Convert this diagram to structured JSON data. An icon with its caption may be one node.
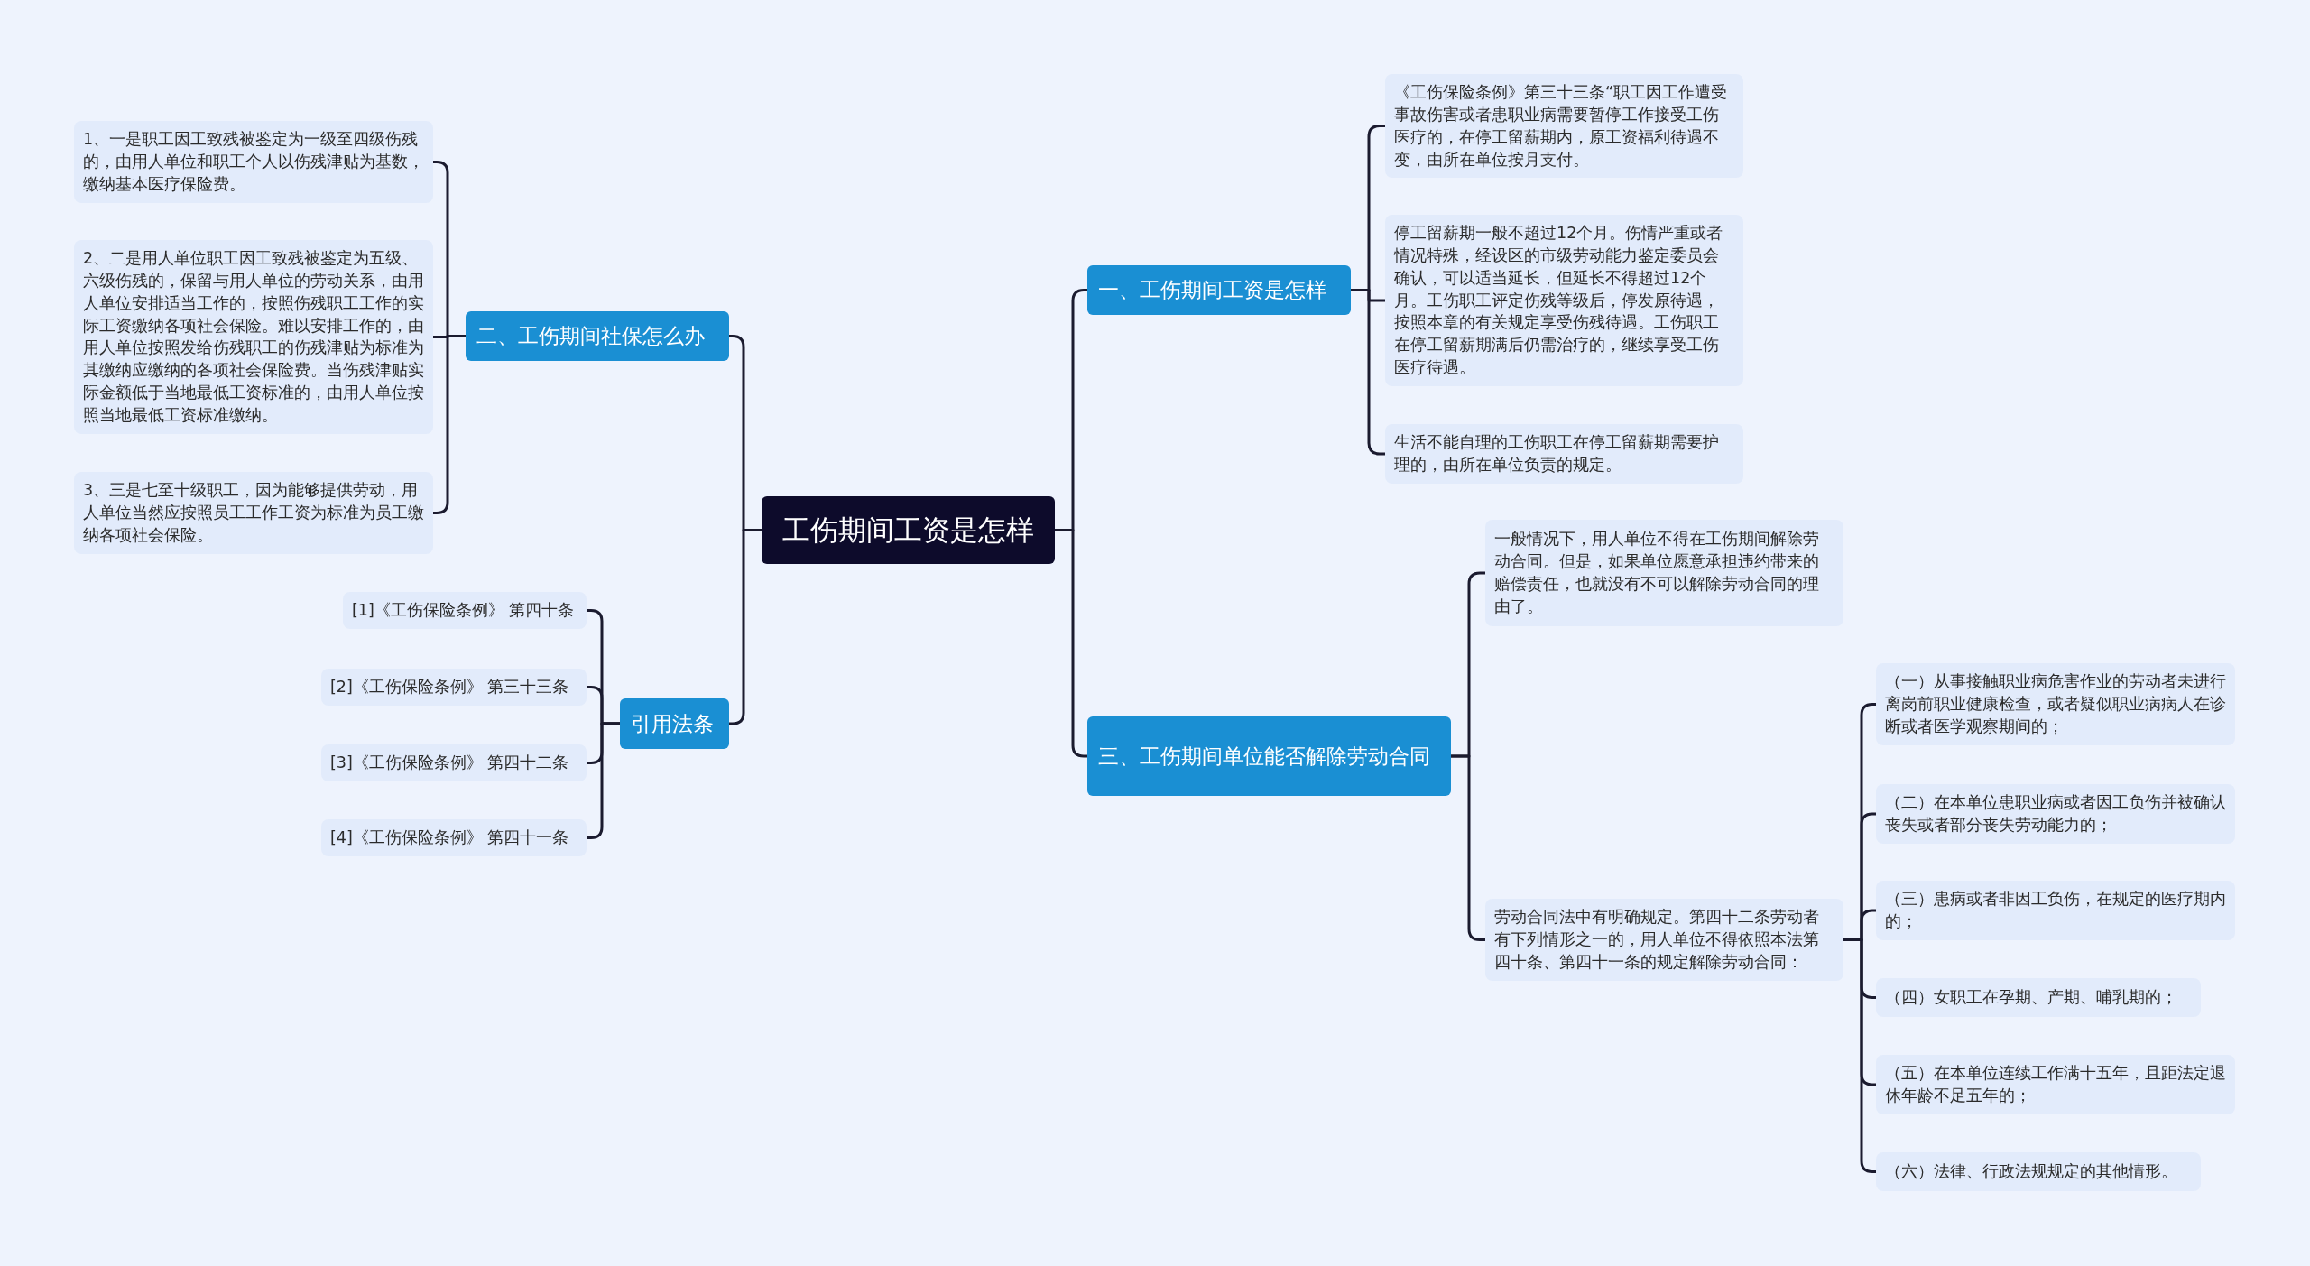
{
  "diagram": {
    "nodes": [
      {
        "text": [
          "工伤期间工资是怎样"
        ]
      },
      {
        "text": [
          "一、工伤期间工资是怎样"
        ]
      },
      {
        "text": [
          "《工伤保险条例》第三十三条“职工因工作遭受事故伤害或者患职业病需要暂停工作接受工伤医疗的，在停工留薪期内，原工资福利待遇不变，由所在单位按月支付。"
        ]
      },
      {
        "text": [
          "停工留薪期一般不超过12个月。伤情严重或者情况特殊，经设区的市级劳动能力鉴定委员会确认，可以适当延长，但延长不得超过12个月。工伤职工评定伤残等级后，停发原待遇，按照本章的有关规定享受伤残待遇。工伤职工在停工留薪期满后仍需治疗的，继续享受工伤医疗待遇。"
        ]
      },
      {
        "text": [
          "生活不能自理的工伤职工在停工留薪期需要护理的，由所在单位负责的规定。"
        ]
      },
      {
        "text": [
          "三、工伤期间单位能否解除劳动合同"
        ]
      },
      {
        "text": [
          "一般情况下，用人单位不得在工伤期间解除劳动合同。但是，如果单位愿意承担违约带来的赔偿责任，也就没有不可以解除劳动合同的理由了。"
        ]
      },
      {
        "text": [
          "劳动合同法中有明确规定。第四十二条劳动者有下列情形之一的，用人单位不得依照本法第四十条、第四十一条的规定解除劳动合同："
        ]
      },
      {
        "text": [
          "（一）从事接触职业病危害作业的劳动者未进行离岗前职业健康检查，或者疑似职业病病人在诊断或者医学观察期间的；"
        ]
      },
      {
        "text": [
          "（二）在本单位患职业病或者因工负伤并被确认丧失或者部分丧失劳动能力的；"
        ]
      },
      {
        "text": [
          "（三）患病或者非因工负伤，在规定的医疗期内的；"
        ]
      },
      {
        "text": [
          "（四）女职工在孕期、产期、哺乳期的；"
        ]
      },
      {
        "text": [
          "（五）在本单位连续工作满十五年，且距法定退休年龄不足五年的；"
        ]
      },
      {
        "text": [
          "（六）法律、行政法规规定的其他情形。"
        ]
      },
      {
        "text": [
          "二、工伤期间社保怎么办"
        ]
      },
      {
        "text": [
          "1、一是职工因工致残被鉴定为一级至四级伤残的，由用人单位和职工个人以伤残津贴为基数，缴纳基本医疗保险费。"
        ]
      },
      {
        "text": [
          "2、二是用人单位职工因工致残被鉴定为五级、六级伤残的，保留与用人单位的劳动关系，由用人单位安排适当工作的，按照伤残职工工作的实际工资缴纳各项社会保险。难以安排工作的，由用人单位按照发给伤残职工的伤残津贴为标准为其缴纳应缴纳的各项社会保险费。当伤残津贴实际金额低于当地最低工资标准的，由用人单位按照当地最低工资标准缴纳。"
        ]
      },
      {
        "text": [
          "3、三是七至十级职工，因为能够提供劳动，用人单位当然应按照员工工作工资为标准为员工缴纳各项社会保险。"
        ]
      },
      {
        "text": [
          "引用法条"
        ]
      },
      {
        "text": [
          "[1]《工伤保险条例》 第四十条"
        ]
      },
      {
        "text": [
          "[2]《工伤保险条例》 第三十三条"
        ]
      },
      {
        "text": [
          "[3]《工伤保险条例》 第四十二条"
        ]
      },
      {
        "text": [
          "[4]《工伤保险条例》 第四十一条"
        ]
      }
    ],
    "edges": [
      {
        "from": 0,
        "to": 1,
        "arrow": "none"
      },
      {
        "from": 1,
        "to": 2,
        "arrow": "none"
      },
      {
        "from": 1,
        "to": 3,
        "arrow": "none"
      },
      {
        "from": 1,
        "to": 4,
        "arrow": "none"
      },
      {
        "from": 0,
        "to": 5,
        "arrow": "none"
      },
      {
        "from": 5,
        "to": 6,
        "arrow": "none"
      },
      {
        "from": 5,
        "to": 7,
        "arrow": "none"
      },
      {
        "from": 7,
        "to": 8,
        "arrow": "none"
      },
      {
        "from": 7,
        "to": 9,
        "arrow": "none"
      },
      {
        "from": 7,
        "to": 10,
        "arrow": "none"
      },
      {
        "from": 7,
        "to": 11,
        "arrow": "none"
      },
      {
        "from": 7,
        "to": 12,
        "arrow": "none"
      },
      {
        "from": 7,
        "to": 13,
        "arrow": "none"
      },
      {
        "from": 0,
        "to": 14,
        "arrow": "none"
      },
      {
        "from": 14,
        "to": 15,
        "arrow": "none"
      },
      {
        "from": 14,
        "to": 16,
        "arrow": "none"
      },
      {
        "from": 14,
        "to": 17,
        "arrow": "none"
      },
      {
        "from": 0,
        "to": 18,
        "arrow": "none"
      },
      {
        "from": 18,
        "to": 19,
        "arrow": "none"
      },
      {
        "from": 18,
        "to": 20,
        "arrow": "none"
      },
      {
        "from": 18,
        "to": 21,
        "arrow": "none"
      },
      {
        "from": 18,
        "to": 22,
        "arrow": "none"
      }
    ]
  }
}
